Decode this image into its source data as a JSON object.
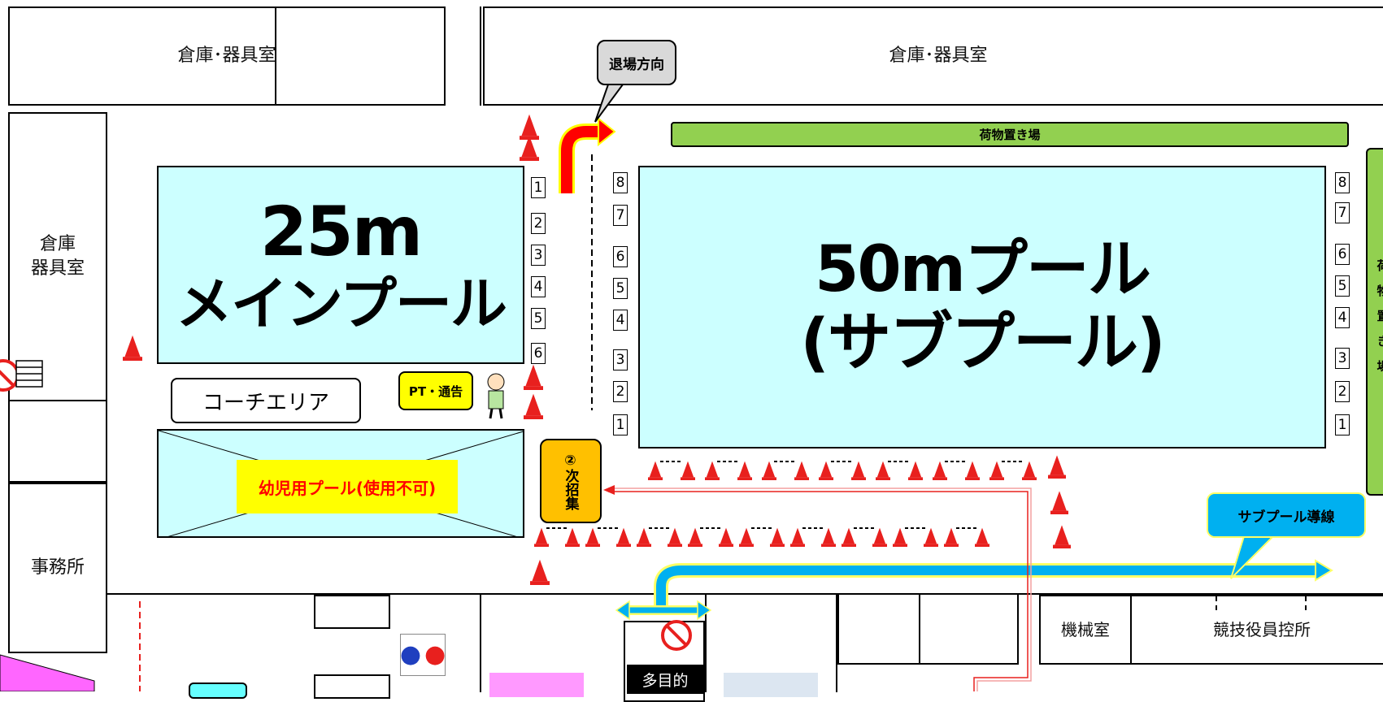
{
  "rooms": {
    "storage_top_left": "倉庫･器具室",
    "storage_top_right": "倉庫･器具室",
    "storage_left": "倉庫\n器具室",
    "office": "事務所",
    "machine_room": "機械室",
    "officials_room": "競技役員控所",
    "multipurpose": "多目的"
  },
  "pools": {
    "main_25m": {
      "line1": "25m",
      "line2": "メインプール"
    },
    "sub_50m": {
      "line1": "50mプール",
      "line2": "(サブプール)"
    },
    "kids": "幼児用プール(使用不可)"
  },
  "labels": {
    "coach_area": "コーチエリア",
    "pt_notice": "PT・通告",
    "exit_direction": "退場方向",
    "luggage_top": "荷物置き場",
    "luggage_side": "荷物置き場",
    "next_call": "②次招集",
    "subpool_route": "サブプール導線"
  },
  "lanes": {
    "main_25m": [
      "1",
      "2",
      "3",
      "4",
      "5",
      "6"
    ],
    "sub_50m_left": [
      "8",
      "7",
      "6",
      "5",
      "4",
      "3",
      "2",
      "1"
    ],
    "sub_50m_right": [
      "8",
      "7",
      "6",
      "5",
      "4",
      "3",
      "2",
      "1"
    ]
  },
  "colors": {
    "pool": "#ccffff",
    "luggage": "#92d050",
    "pt_badge": "#ffff00",
    "next_call": "#ffc000",
    "route": "#00b0f0",
    "kids_label": "#ff0000",
    "cone": "#e8201e"
  }
}
